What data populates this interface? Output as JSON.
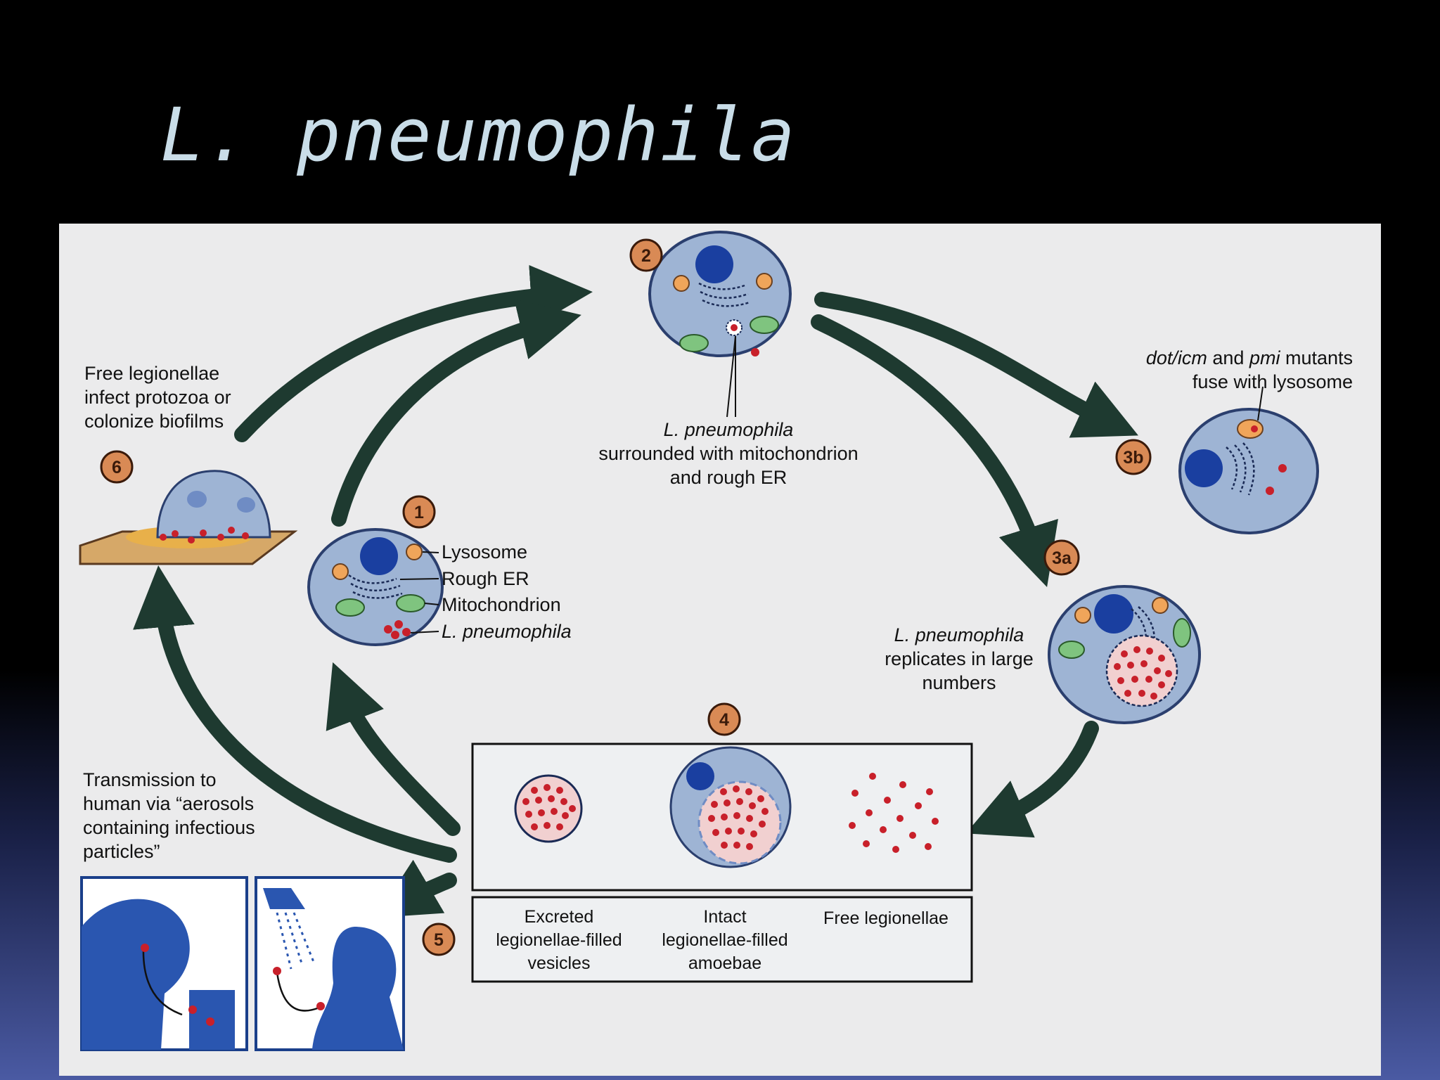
{
  "slide": {
    "title": "L. pneumophila"
  },
  "figure": {
    "steps": {
      "s1": "1",
      "s2": "2",
      "s3a": "3a",
      "s3b": "3b",
      "s4": "4",
      "s5": "5",
      "s6": "6"
    },
    "cell_legend": {
      "lysosome": "Lysosome",
      "rough_er": "Rough ER",
      "mitochondrion": "Mitochondrion",
      "l_pneumophila": "L. pneumophila"
    },
    "step2_caption": [
      "L. pneumophila",
      "surrounded with mitochondrion",
      "and rough ER"
    ],
    "step3b_caption": {
      "line1_a": "dot/icm",
      "line1_b": " and ",
      "line1_c": "pmi",
      "line1_d": " mutants",
      "line2": "fuse with lysosome"
    },
    "step3a_caption": [
      "L. pneumophila",
      "replicates in large",
      "numbers"
    ],
    "step6_caption": [
      "Free legionellae",
      "infect protozoa or",
      "colonize biofilms"
    ],
    "step5_caption": [
      "Transmission to",
      "human via “aerosols",
      "containing infectious",
      "particles”"
    ],
    "step4_labels": {
      "excreted": [
        "Excreted",
        "legionellae-filled",
        "vesicles"
      ],
      "intact": [
        "Intact",
        "legionellae-filled",
        "amoebae"
      ],
      "free": [
        "Free legionellae"
      ]
    }
  },
  "colors": {
    "cell": "#9eb4d4",
    "nucleus": "#1a3fa0",
    "lysosome": "#f0a55a",
    "mitochondrion": "#7fc47f",
    "bacterium": "#c8202a",
    "arrow": "#1e3a30",
    "step_badge": "#d98a55",
    "human_panel": "#2a56b0"
  }
}
